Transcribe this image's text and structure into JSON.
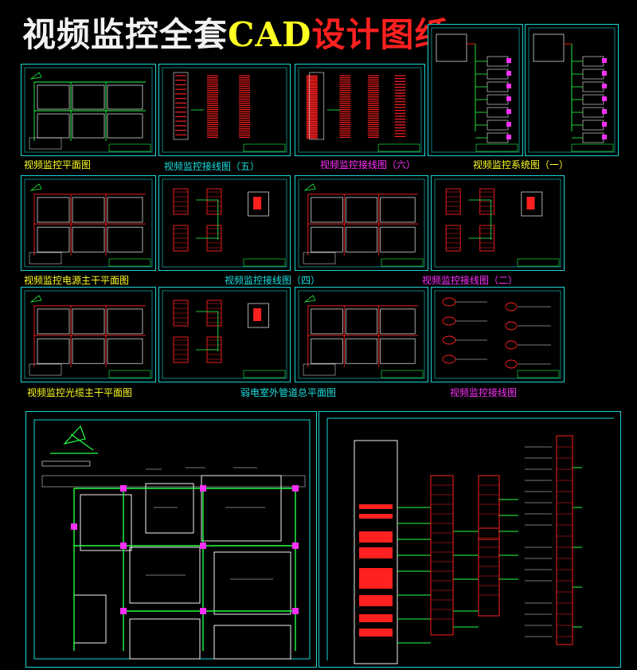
{
  "title": {
    "part1": "视频监控全套",
    "part2": "CAD",
    "part3": "设计图纸"
  },
  "captions": {
    "c1": "视频监控平面图",
    "c2": "视频监控接线图（五）",
    "c3": "视频监控接线图（六）",
    "c4": "视频监控系统图（一）",
    "c5": "视频监控电源主干平面图",
    "c6": "视频监控接线图（四）",
    "c7": "视频监控接线图（二）",
    "c8": "视频监控光缆主干平面图",
    "c9": "弱电室外管道总平面图",
    "c10": "视频监控接线图"
  },
  "colors": {
    "frame": "#19d6d6",
    "red": "#ff2020",
    "green": "#22ff44",
    "magenta": "#ff30ff",
    "yellow": "#ffff22",
    "white": "#f2f2f2",
    "gray": "#9a9a9a"
  }
}
